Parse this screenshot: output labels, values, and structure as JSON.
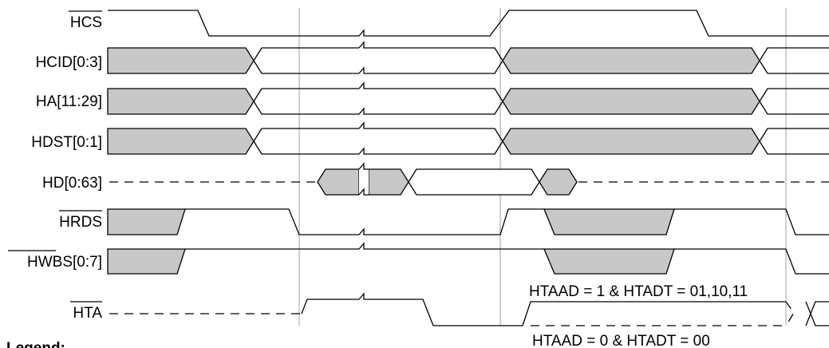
{
  "signals": [
    {
      "id": "hcs",
      "label": "HCS",
      "overbar": "HCS"
    },
    {
      "id": "hcid",
      "label": "HCID[0:3]",
      "overbar": ""
    },
    {
      "id": "ha",
      "label": "HA[11:29]",
      "overbar": ""
    },
    {
      "id": "hdst",
      "label": "HDST[0:1]",
      "overbar": ""
    },
    {
      "id": "hd",
      "label": "HD[0:63]",
      "overbar": ""
    },
    {
      "id": "hrds",
      "label": "HRDS",
      "overbar": "HRDS"
    },
    {
      "id": "hwbs",
      "label": "HWBS[0:7]",
      "overbar": "HWBS"
    },
    {
      "id": "hta",
      "label": "HTA",
      "overbar": "HTA"
    }
  ],
  "notes": {
    "upper": "HTAAD = 1 & HTADT = 01,10,11",
    "lower": "HTAAD = 0 & HTADT = 00"
  },
  "legend": {
    "title": "Legend:"
  }
}
